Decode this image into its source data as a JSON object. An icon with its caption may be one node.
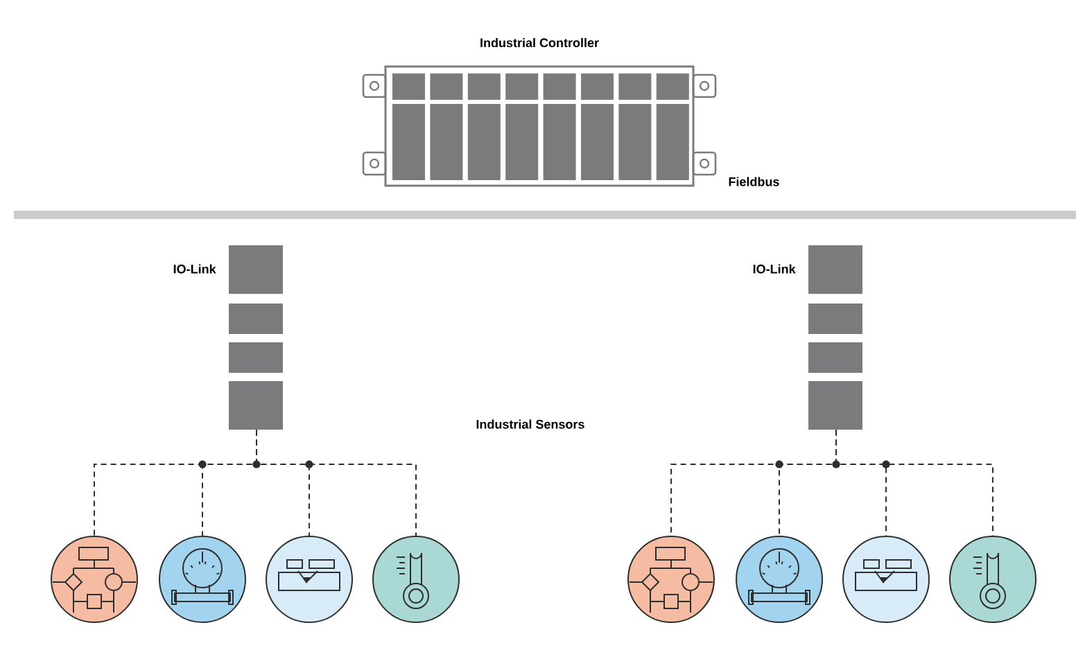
{
  "diagram": {
    "nodes": [
      {
        "text": [
          "Industrial Controller"
        ]
      },
      {
        "text": [
          "Fieldbus"
        ]
      },
      {
        "text": [
          "IO-Link"
        ]
      },
      {
        "text": [
          "IO-Link"
        ]
      },
      {
        "text": [],
        "shape": "circle"
      },
      {
        "text": [],
        "shape": "circle"
      },
      {
        "text": [],
        "shape": "circle"
      },
      {
        "text": [],
        "shape": "circle"
      },
      {
        "text": [],
        "shape": "circle"
      },
      {
        "text": [],
        "shape": "circle"
      },
      {
        "text": [],
        "shape": "circle"
      },
      {
        "text": [],
        "shape": "circle"
      }
    ],
    "edges": [
      {
        "from": 2,
        "to": 4,
        "arrow": "none",
        "style": "dashed"
      },
      {
        "from": 2,
        "to": 5,
        "arrow": "none",
        "style": "dashed"
      },
      {
        "from": 2,
        "to": 6,
        "arrow": "none",
        "style": "dashed"
      },
      {
        "from": 2,
        "to": 7,
        "arrow": "none",
        "style": "dashed"
      },
      {
        "from": 3,
        "to": 8,
        "arrow": "none",
        "style": "dashed"
      },
      {
        "from": 3,
        "to": 9,
        "arrow": "none",
        "style": "dashed"
      },
      {
        "from": 3,
        "to": 10,
        "arrow": "none",
        "style": "dashed"
      },
      {
        "from": 3,
        "to": 11,
        "arrow": "none",
        "style": "dashed"
      }
    ],
    "labels": [
      "Industrial Sensors"
    ]
  }
}
